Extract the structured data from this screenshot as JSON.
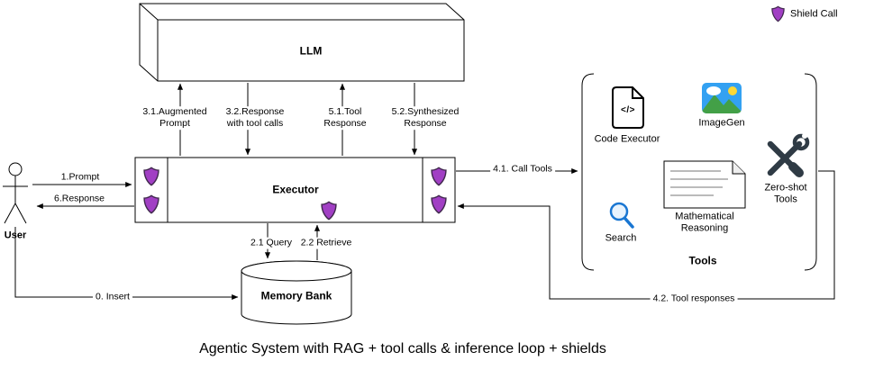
{
  "title": "Agentic System with RAG + tool calls & inference loop + shields",
  "legend": {
    "shield_call": "Shield Call"
  },
  "nodes": {
    "llm": "LLM",
    "executor": "Executor",
    "user": "User",
    "memory_bank": "Memory Bank"
  },
  "tools_group": {
    "caption": "Tools",
    "code_executor": {
      "label": "Code Executor",
      "glyph": "</>"
    },
    "imagegen": {
      "label": "ImageGen"
    },
    "search": {
      "label": "Search"
    },
    "mathematical_reasoning": {
      "label": "Mathematical\nReasoning"
    },
    "zero_shot_tools": {
      "label": "Zero-shot\nTools"
    }
  },
  "edges": {
    "insert": "0. Insert",
    "prompt": "1.Prompt",
    "query": "2.1 Query",
    "retrieve": "2.2 Retrieve",
    "augmented_prompt": "3.1.Augmented\nPrompt",
    "response_with_tool_calls": "3.2.Response\nwith tool calls",
    "call_tools": "4.1. Call Tools",
    "tool_responses": "4.2. Tool responses",
    "tool_response": "5.1.Tool\nResponse",
    "synthesized_response": "5.2.Synthesized\nResponse",
    "response": "6.Response"
  },
  "colors": {
    "shield_fill": "#a13fc4",
    "shield_stroke": "#41294e",
    "stroke": "#000000",
    "imagegen_sky": "#33a1f2",
    "search_blue": "#1976d2"
  }
}
